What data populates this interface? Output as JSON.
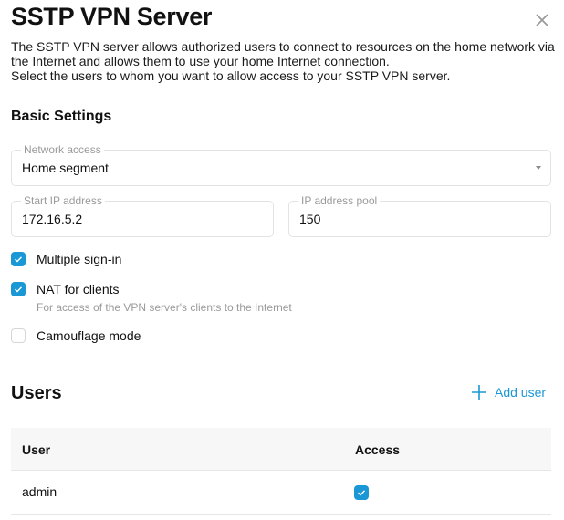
{
  "header": {
    "title": "SSTP VPN Server",
    "close_icon": "close-icon"
  },
  "description": {
    "line1": "The SSTP VPN server allows authorized users to connect to resources on the home network via the Internet and allows them to use your home Internet connection.",
    "line2": "Select the users to whom you want to allow access to your SSTP VPN server."
  },
  "basic_settings": {
    "title": "Basic Settings",
    "network_access": {
      "label": "Network access",
      "value": "Home segment"
    },
    "start_ip": {
      "label": "Start IP address",
      "value": "172.16.5.2"
    },
    "ip_pool": {
      "label": "IP address pool",
      "value": "150"
    },
    "options": [
      {
        "label": "Multiple sign-in",
        "checked": true
      },
      {
        "label": "NAT for clients",
        "checked": true,
        "hint": "For access of the VPN server's clients to the Internet"
      },
      {
        "label": "Camouflage mode",
        "checked": false
      }
    ]
  },
  "users": {
    "title": "Users",
    "add_label": "Add user",
    "columns": [
      "User",
      "Access"
    ],
    "rows": [
      {
        "user": "admin",
        "access": true
      }
    ]
  },
  "colors": {
    "accent": "#1a98d5",
    "muted_text": "#9a9a9a",
    "border": "#e3e3e3",
    "table_header_bg": "#f7f7f7"
  }
}
